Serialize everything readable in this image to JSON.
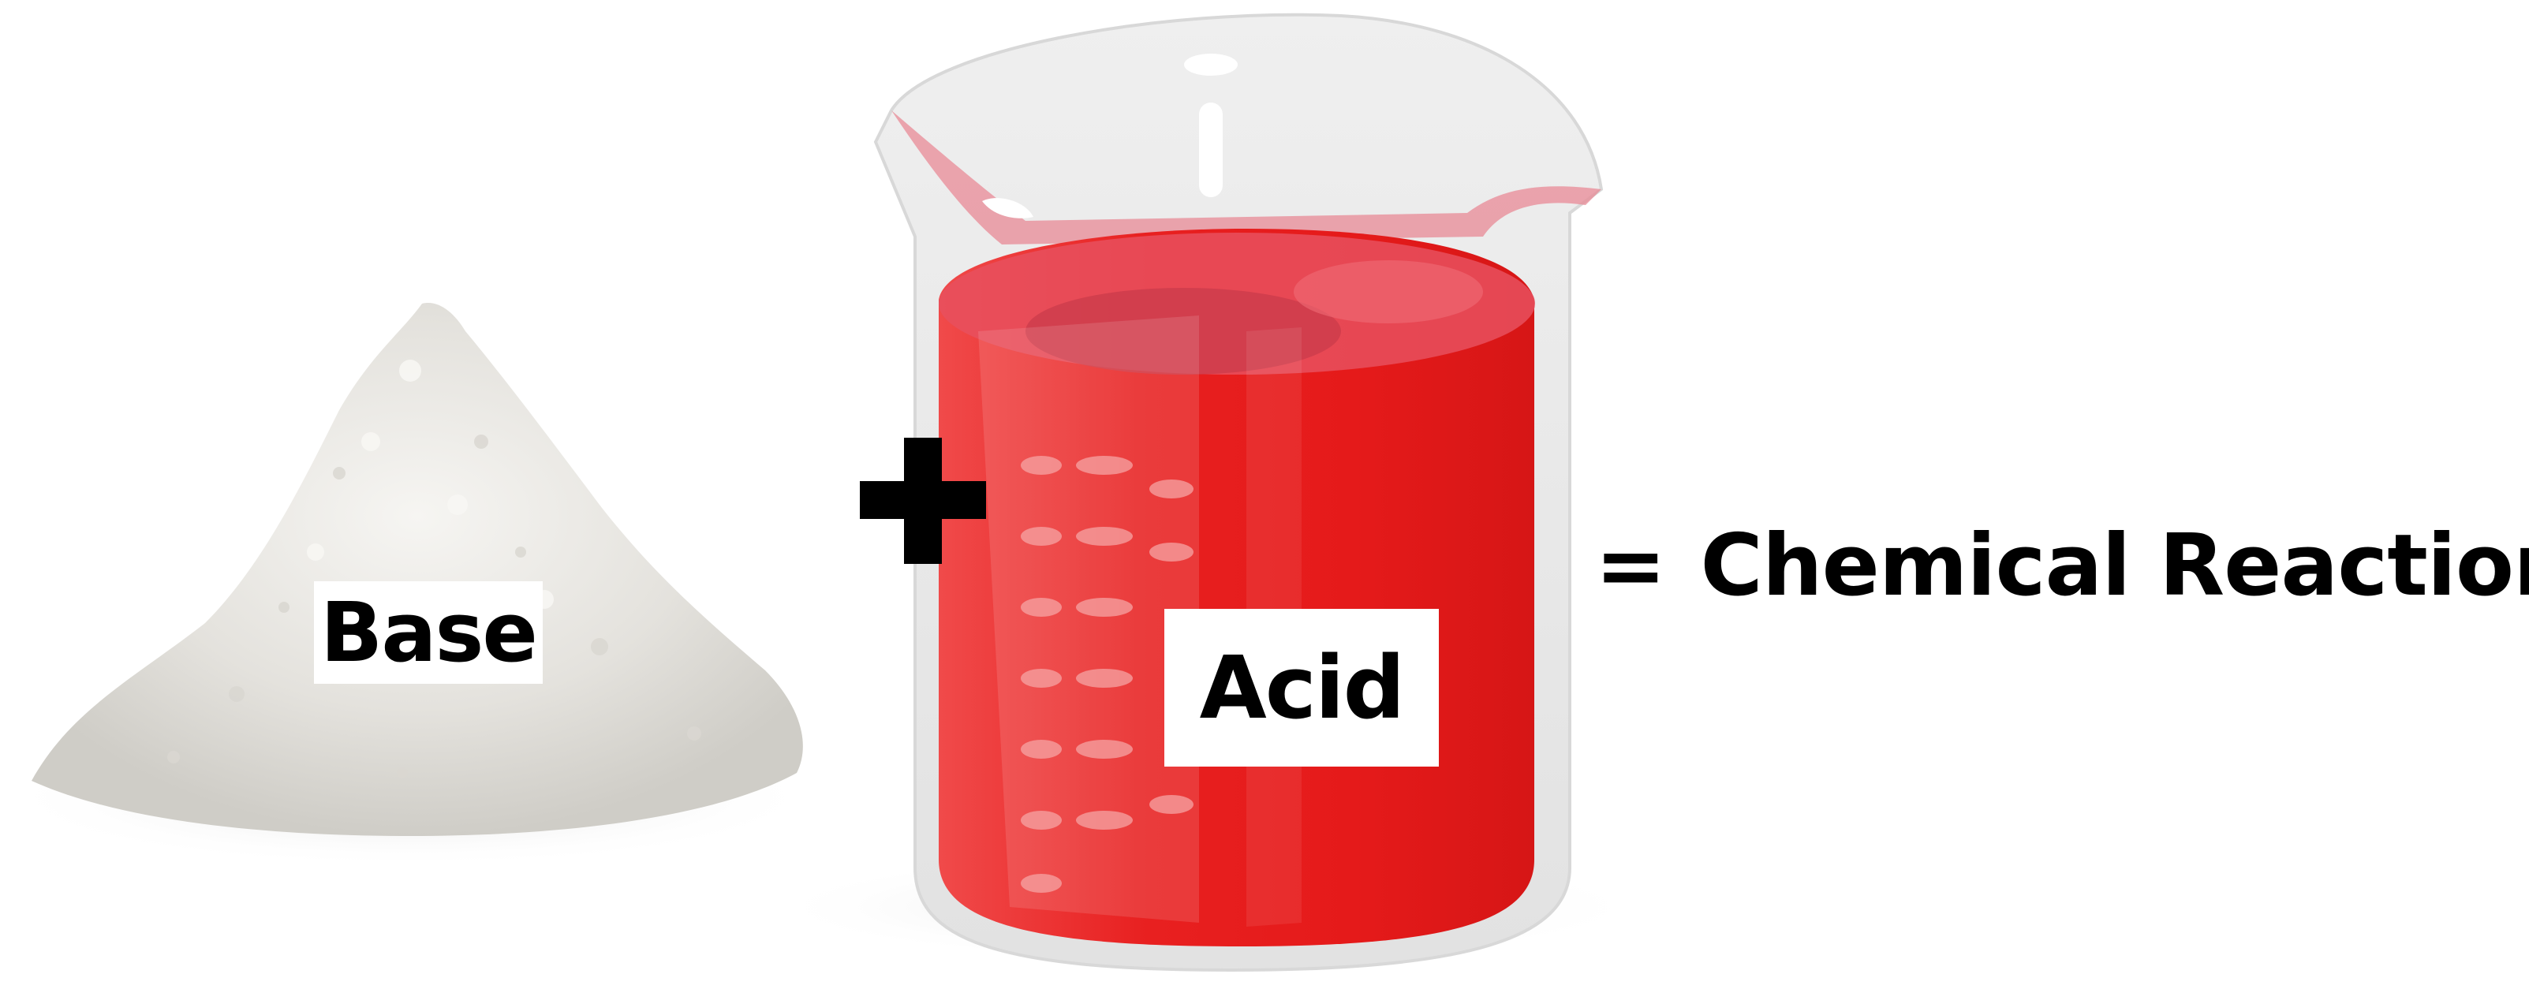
{
  "labels": {
    "base": "Base",
    "acid": "Acid",
    "equals": "=",
    "result": "Chemical Reaction"
  },
  "colors": {
    "powder": "#e6e4df",
    "liquid": "#e31e1e",
    "glass": "#ececec",
    "text": "#000000"
  },
  "icons": {
    "plus": "plus-icon",
    "powder": "powder-pile",
    "beaker": "beaker-icon"
  }
}
